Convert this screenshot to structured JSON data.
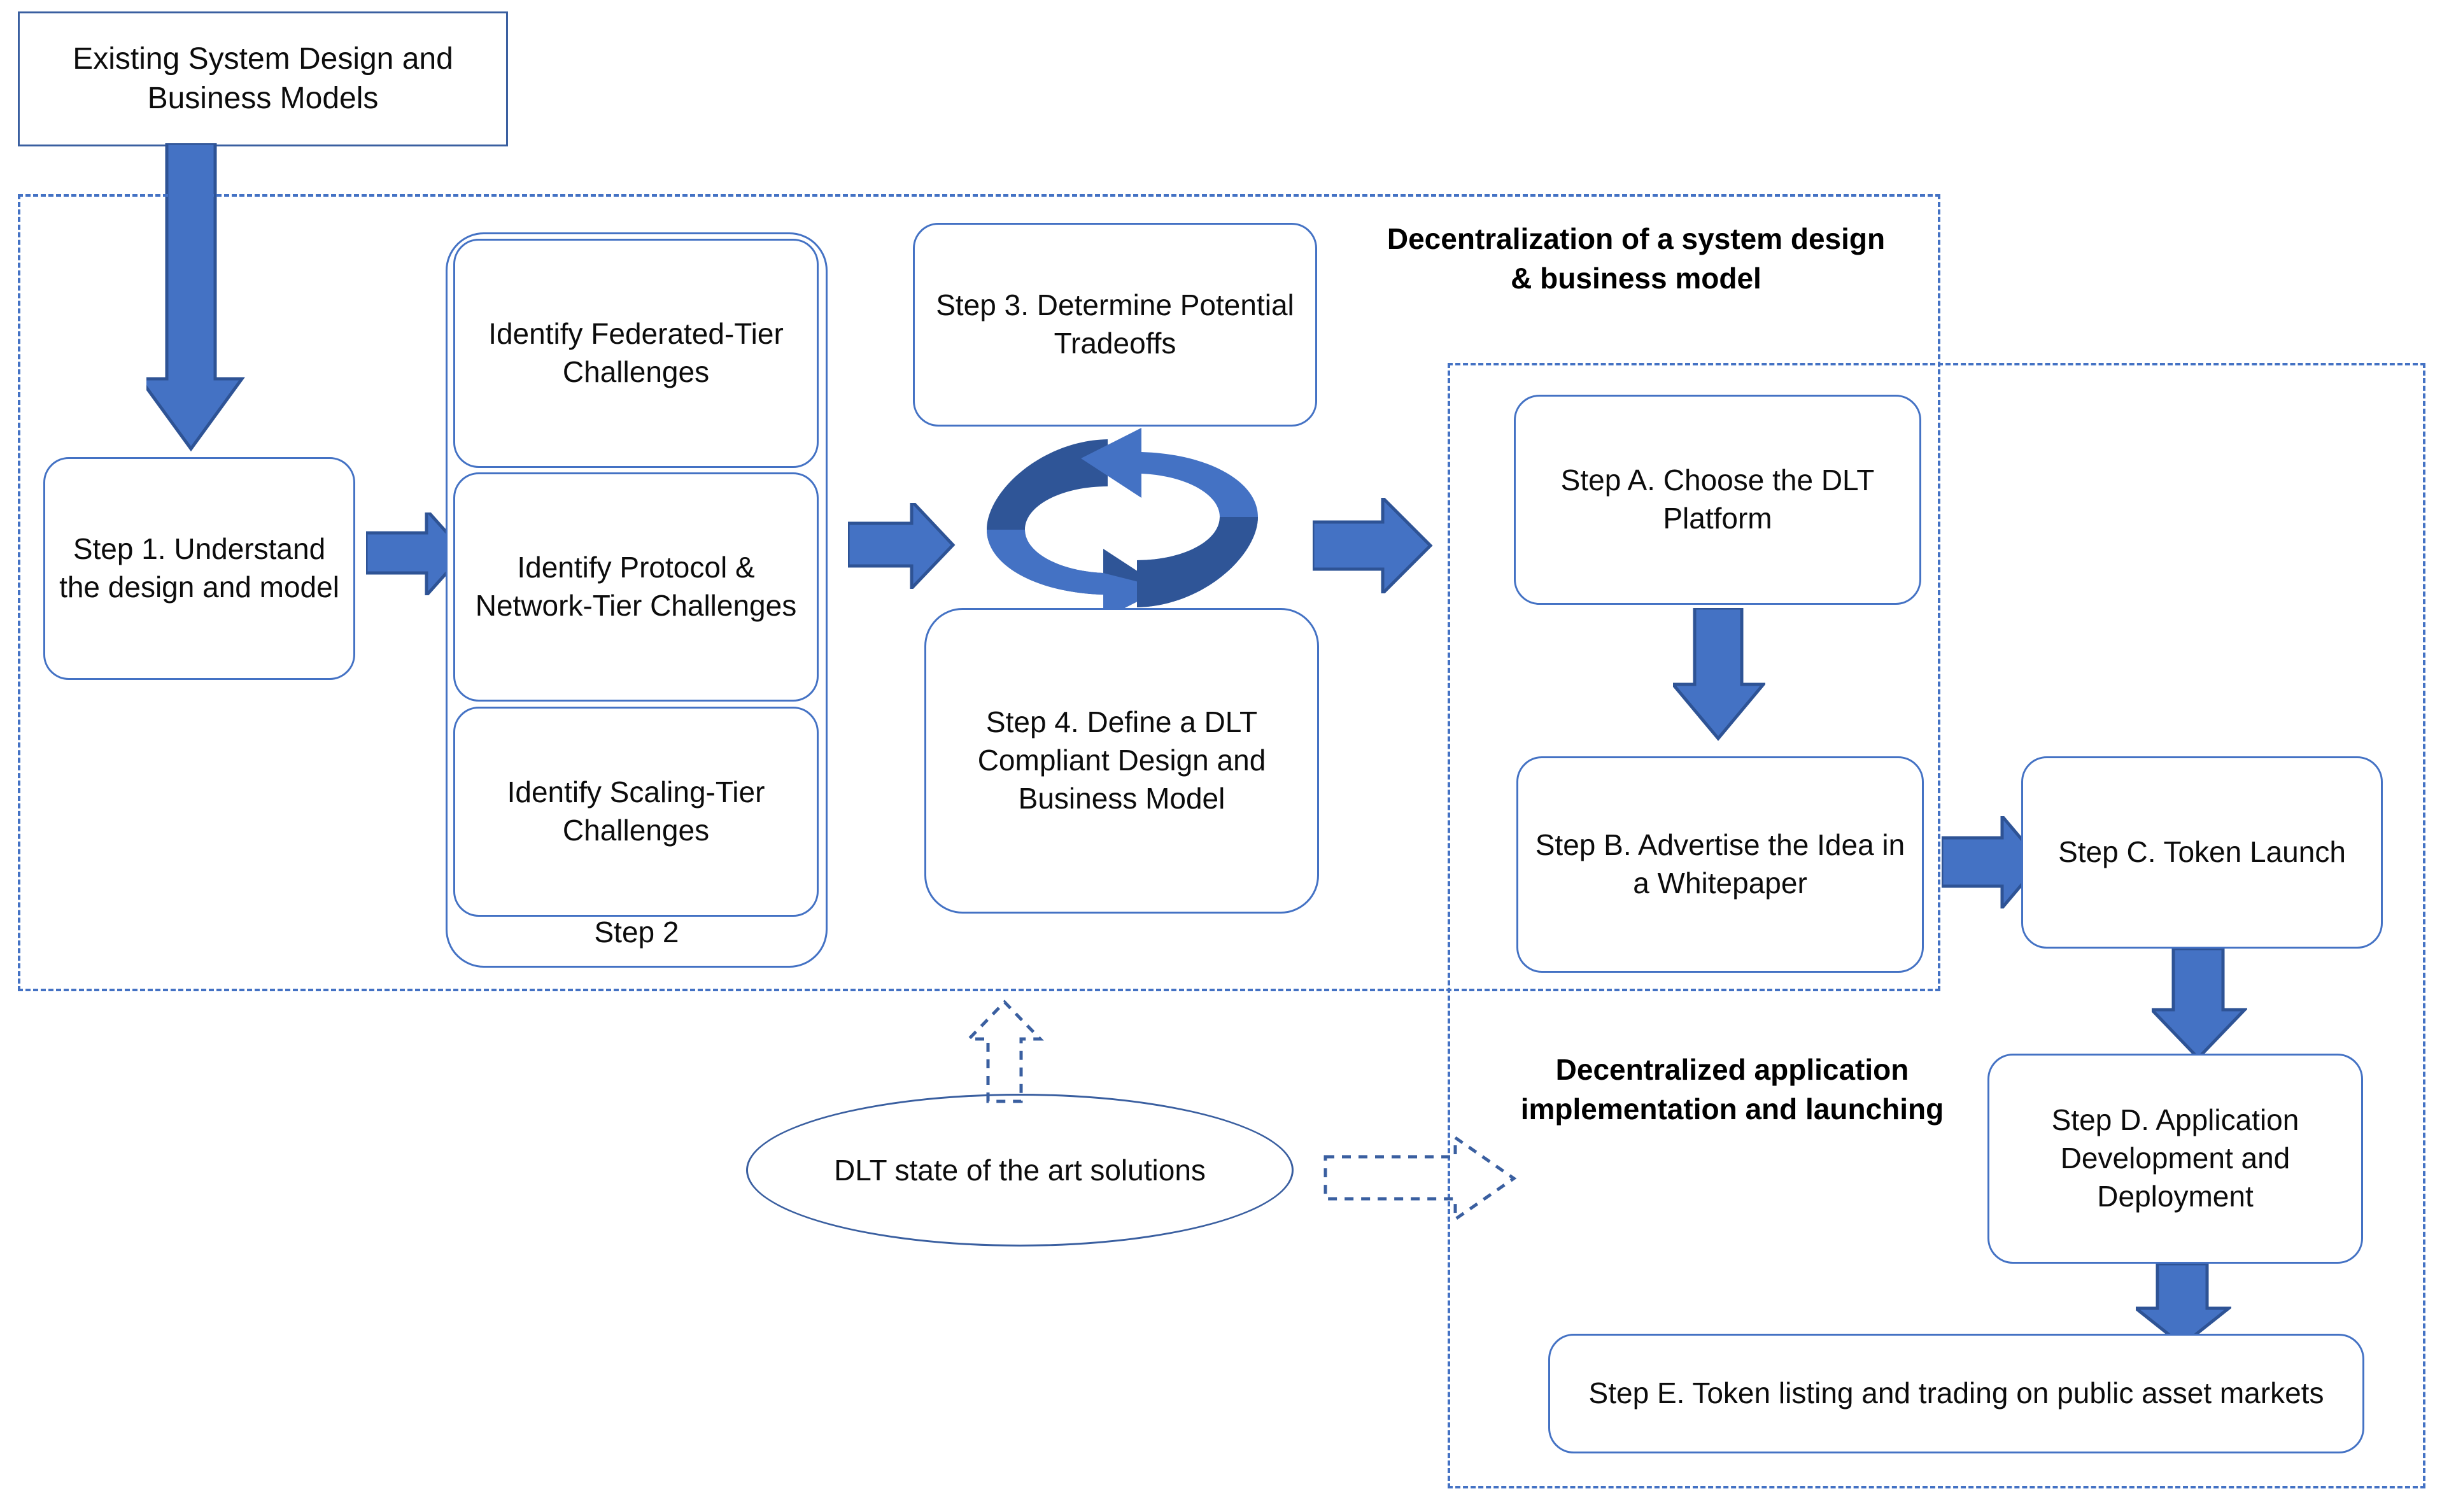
{
  "diagram": {
    "title_source_box": "Existing System Design and Business Models",
    "groups": [
      {
        "id": "decentralization",
        "label": "Decentralization of a system design & business model"
      },
      {
        "id": "implementation",
        "label": "Decentralized application implementation and launching"
      }
    ],
    "nodes": {
      "source": "Existing System Design and Business Models",
      "step1": "Step 1. Understand the design and model",
      "step2_label": "Step 2",
      "step2_children": [
        "Identify Federated-Tier Challenges",
        "Identify Protocol & Network-Tier Challenges",
        "Identify Scaling-Tier Challenges"
      ],
      "step3": "Step 3. Determine Potential Tradeoffs",
      "step4": "Step 4. Define a DLT Compliant Design and Business Model",
      "stepA": "Step A. Choose the DLT Platform",
      "stepB": "Step B. Advertise the Idea in a Whitepaper",
      "stepC": "Step C. Token Launch",
      "stepD": "Step D. Application Development and Deployment",
      "stepE": "Step E. Token listing and trading on public asset markets",
      "dlt_solutions": "DLT state of the art solutions"
    },
    "icons": {
      "cycle": "circular-arrows-icon",
      "arrow_down": "down-arrow-icon",
      "arrow_right": "right-arrow-icon",
      "dashed_arrow_up": "dashed-up-arrow-icon",
      "dashed_arrow_right": "dashed-right-arrow-icon"
    },
    "colors": {
      "arrow_fill": "#4472C4",
      "arrow_stroke": "#2E5395",
      "arrow_dark": "#2F5597",
      "box_border": "#4472C4",
      "group_border": "#4472C4",
      "text": "#0c0c0c"
    }
  }
}
